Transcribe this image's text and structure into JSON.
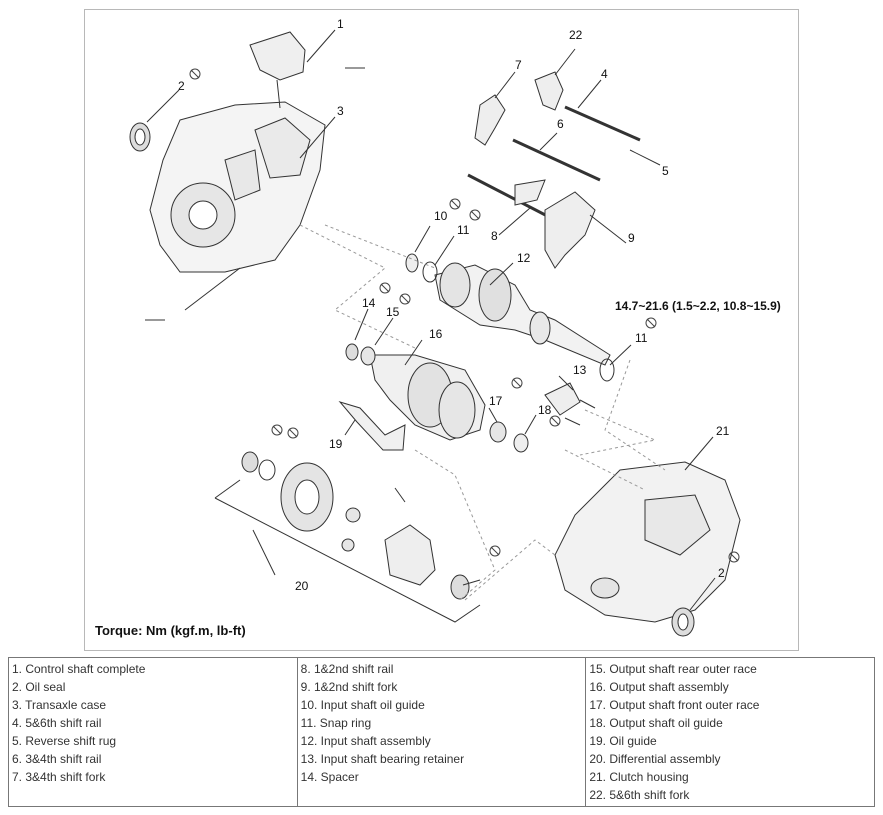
{
  "diagram": {
    "torque_spec": "14.7~21.6 (1.5~2.2, 10.8~15.9)",
    "torque_units": "Torque: Nm (kgf.m, lb-ft)",
    "callouts": [
      "1",
      "2",
      "3",
      "4",
      "5",
      "6",
      "7",
      "8",
      "9",
      "10",
      "11",
      "12",
      "13",
      "14",
      "15",
      "16",
      "17",
      "18",
      "19",
      "20",
      "21",
      "22",
      "11",
      "2"
    ],
    "no_reuse_symbol": "do-not-reuse-icon"
  },
  "legend": {
    "col1": [
      "1. Control shaft complete",
      "2. Oil seal",
      "3. Transaxle case",
      "4. 5&6th shift rail",
      "5. Reverse shift rug",
      "6. 3&4th shift rail",
      "7. 3&4th shift fork"
    ],
    "col2": [
      "8. 1&2nd shift rail",
      "9. 1&2nd shift fork",
      "10. Input shaft oil guide",
      "11. Snap ring",
      "12. Input shaft assembly",
      "13. Input shaft bearing retainer",
      "14. Spacer"
    ],
    "col3": [
      "15. Output shaft rear outer race",
      "16. Output shaft assembly",
      "17. Output shaft front outer race",
      "18. Output shaft oil guide",
      "19. Oil guide",
      "20. Differential assembly",
      "21. Clutch housing",
      "22. 5&6th shift fork"
    ]
  }
}
